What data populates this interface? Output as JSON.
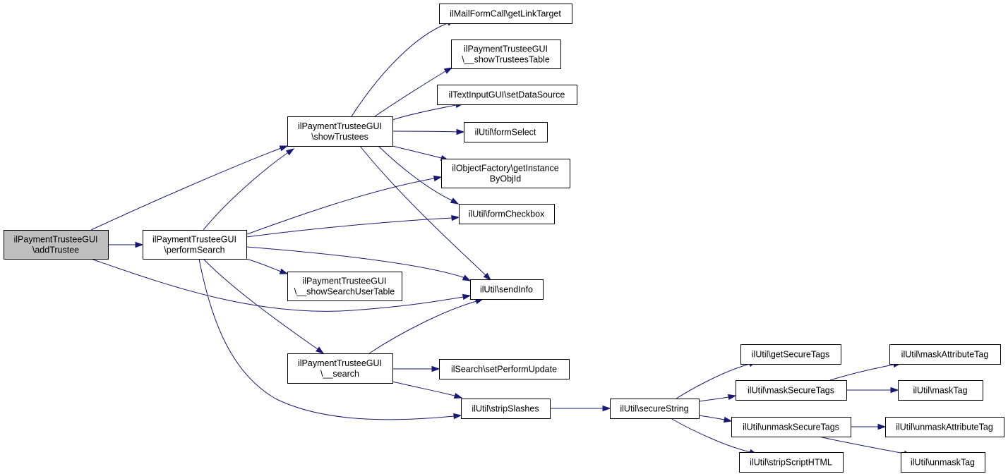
{
  "nodes": {
    "addTrustee": [
      "ilPaymentTrusteeGUI",
      "\\addTrustee"
    ],
    "performSearch": [
      "ilPaymentTrusteeGUI",
      "\\performSearch"
    ],
    "showTrustees": [
      "ilPaymentTrusteeGUI",
      "\\showTrustees"
    ],
    "showSearchUserTable": [
      "ilPaymentTrusteeGUI",
      "\\__showSearchUserTable"
    ],
    "search": [
      "ilPaymentTrusteeGUI",
      "\\__search"
    ],
    "getLinkTarget": [
      "ilMailFormCall\\getLinkTarget"
    ],
    "showTrusteesTable": [
      "ilPaymentTrusteeGUI",
      "\\__showTrusteesTable"
    ],
    "setDataSource": [
      "ilTextInputGUI\\setDataSource"
    ],
    "formSelect": [
      "ilUtil\\formSelect"
    ],
    "getInstanceByObjId": [
      "ilObjectFactory\\getInstance",
      "ByObjId"
    ],
    "formCheckbox": [
      "ilUtil\\formCheckbox"
    ],
    "sendInfo": [
      "ilUtil\\sendInfo"
    ],
    "setPerformUpdate": [
      "ilSearch\\setPerformUpdate"
    ],
    "stripSlashes": [
      "ilUtil\\stripSlashes"
    ],
    "secureString": [
      "ilUtil\\secureString"
    ],
    "getSecureTags": [
      "ilUtil\\getSecureTags"
    ],
    "maskSecureTags": [
      "ilUtil\\maskSecureTags"
    ],
    "unmaskSecureTags": [
      "ilUtil\\unmaskSecureTags"
    ],
    "stripScriptHTML": [
      "ilUtil\\stripScriptHTML"
    ],
    "maskAttributeTag": [
      "ilUtil\\maskAttributeTag"
    ],
    "maskTag": [
      "ilUtil\\maskTag"
    ],
    "unmaskAttributeTag": [
      "ilUtil\\unmaskAttributeTag"
    ],
    "unmaskTag": [
      "ilUtil\\unmaskTag"
    ]
  },
  "root": "addTrustee",
  "edges": [
    [
      "addTrustee",
      "performSearch"
    ],
    [
      "addTrustee",
      "showTrustees"
    ],
    [
      "addTrustee",
      "sendInfo"
    ],
    [
      "performSearch",
      "showTrustees"
    ],
    [
      "performSearch",
      "getInstanceByObjId"
    ],
    [
      "performSearch",
      "formCheckbox"
    ],
    [
      "performSearch",
      "sendInfo"
    ],
    [
      "performSearch",
      "showSearchUserTable"
    ],
    [
      "performSearch",
      "search"
    ],
    [
      "performSearch",
      "stripSlashes"
    ],
    [
      "showTrustees",
      "getLinkTarget"
    ],
    [
      "showTrustees",
      "showTrusteesTable"
    ],
    [
      "showTrustees",
      "setDataSource"
    ],
    [
      "showTrustees",
      "formSelect"
    ],
    [
      "showTrustees",
      "getInstanceByObjId"
    ],
    [
      "showTrustees",
      "formCheckbox"
    ],
    [
      "showTrustees",
      "sendInfo"
    ],
    [
      "search",
      "sendInfo"
    ],
    [
      "search",
      "setPerformUpdate"
    ],
    [
      "search",
      "stripSlashes"
    ],
    [
      "stripSlashes",
      "secureString"
    ],
    [
      "secureString",
      "getSecureTags"
    ],
    [
      "secureString",
      "maskSecureTags"
    ],
    [
      "secureString",
      "unmaskSecureTags"
    ],
    [
      "secureString",
      "stripScriptHTML"
    ],
    [
      "maskSecureTags",
      "maskAttributeTag"
    ],
    [
      "maskSecureTags",
      "maskTag"
    ],
    [
      "unmaskSecureTags",
      "unmaskAttributeTag"
    ],
    [
      "unmaskSecureTags",
      "unmaskTag"
    ]
  ],
  "colors": {
    "edge": "#191970",
    "root_fill": "#bfbfbf",
    "node_fill": "#ffffff",
    "node_border": "#000000"
  }
}
